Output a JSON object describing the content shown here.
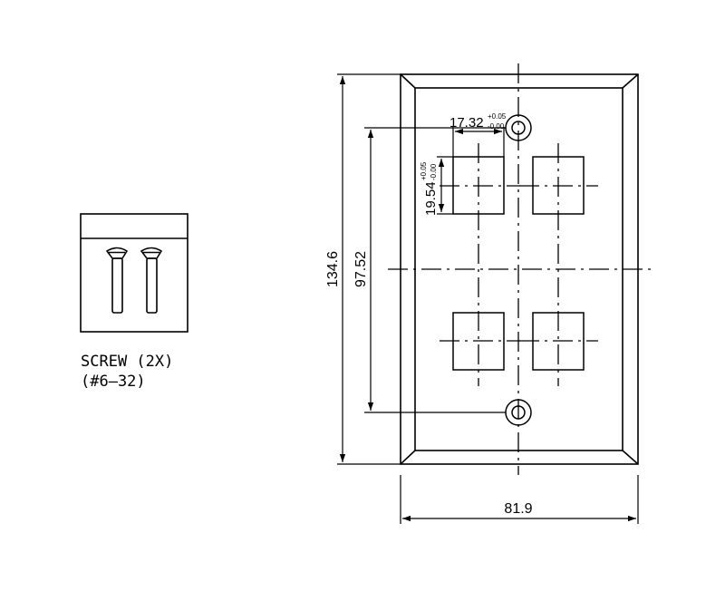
{
  "drawing": {
    "screw_note": {
      "line1": "SCREW (2X)",
      "line2": "(#6–32)"
    },
    "dimensions": {
      "overall_height": "134.6",
      "overall_width": "81.9",
      "screw_hole_spacing": "97.52",
      "cutout_width": "17.32",
      "cutout_width_tol_plus": "+0.05",
      "cutout_width_tol_minus": "-0.00",
      "cutout_height": "19.54",
      "cutout_height_tol_plus": "+0.05",
      "cutout_height_tol_minus": "-0.00"
    },
    "colors": {
      "line": "#000000",
      "background": "#ffffff"
    }
  }
}
